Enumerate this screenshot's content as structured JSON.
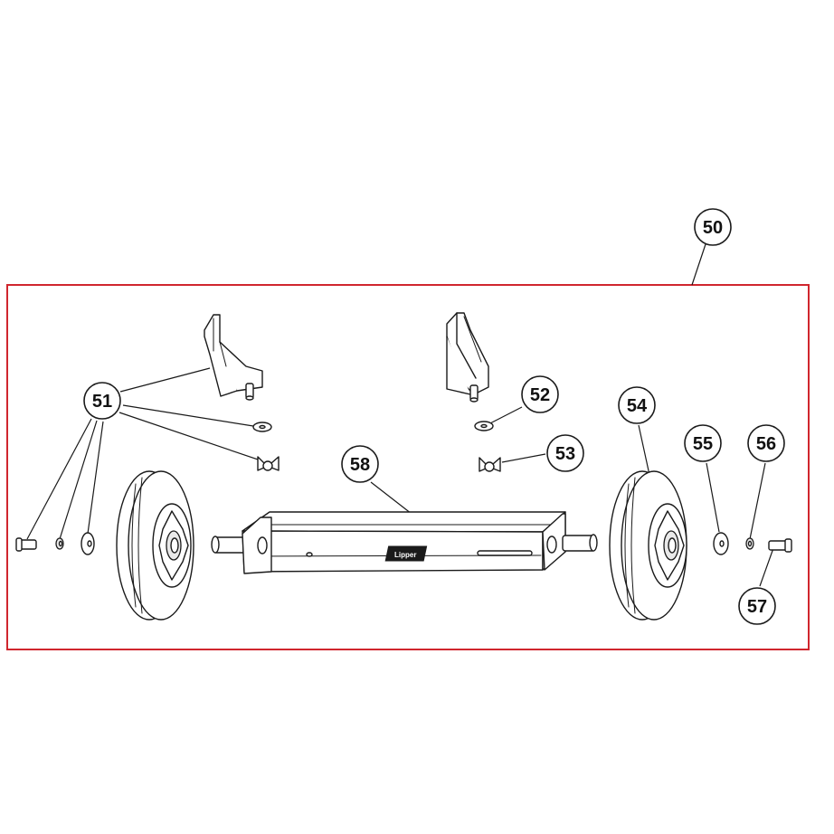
{
  "callouts": {
    "c50": "50",
    "c51": "51",
    "c52": "52",
    "c53": "53",
    "c54": "54",
    "c55": "55",
    "c56": "56",
    "c57": "57",
    "c58": "58"
  },
  "logo": "Lipper",
  "colors": {
    "group_frame": "#d0262e",
    "line": "#1a1a1a",
    "background": "#ffffff"
  }
}
